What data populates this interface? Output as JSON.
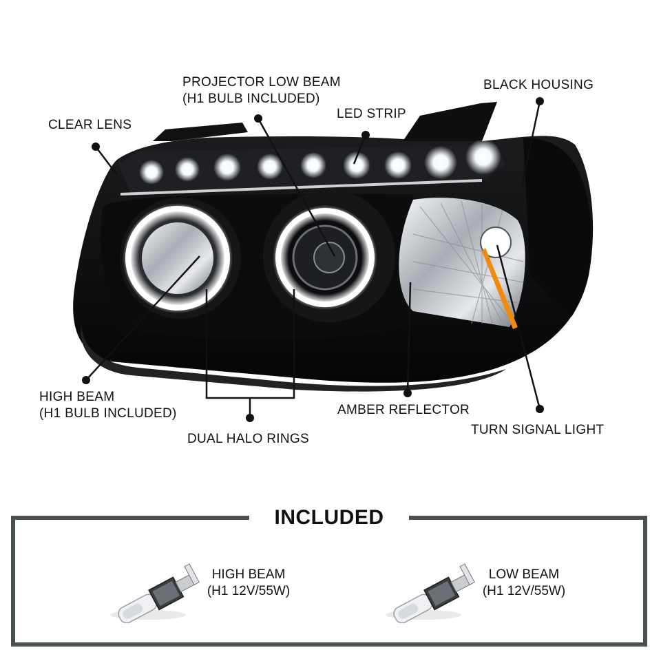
{
  "callouts": {
    "clear_lens": "CLEAR LENS",
    "projector_low_beam_line1": "PROJECTOR LOW BEAM",
    "projector_low_beam_line2": "(H1 BULB INCLUDED)",
    "led_strip": "LED STRIP",
    "black_housing": "BLACK HOUSING",
    "high_beam_line1": "HIGH BEAM",
    "high_beam_line2": "(H1 BULB INCLUDED)",
    "dual_halo_rings": "DUAL HALO RINGS",
    "amber_reflector": "AMBER REFLECTOR",
    "turn_signal_light": "TURN SIGNAL LIGHT"
  },
  "included": {
    "title": "INCLUDED",
    "bulbs": [
      {
        "line1": "HIGH BEAM",
        "line2": "(H1 12V/55W)"
      },
      {
        "line1": "LOW BEAM",
        "line2": "(H1 12V/55W)"
      }
    ]
  },
  "colors": {
    "housing": "#0b0b0c",
    "halo": "#ffffff",
    "amber": "#f08a10",
    "chrome": "#c9cdd2",
    "frame": "#4a4f52"
  }
}
